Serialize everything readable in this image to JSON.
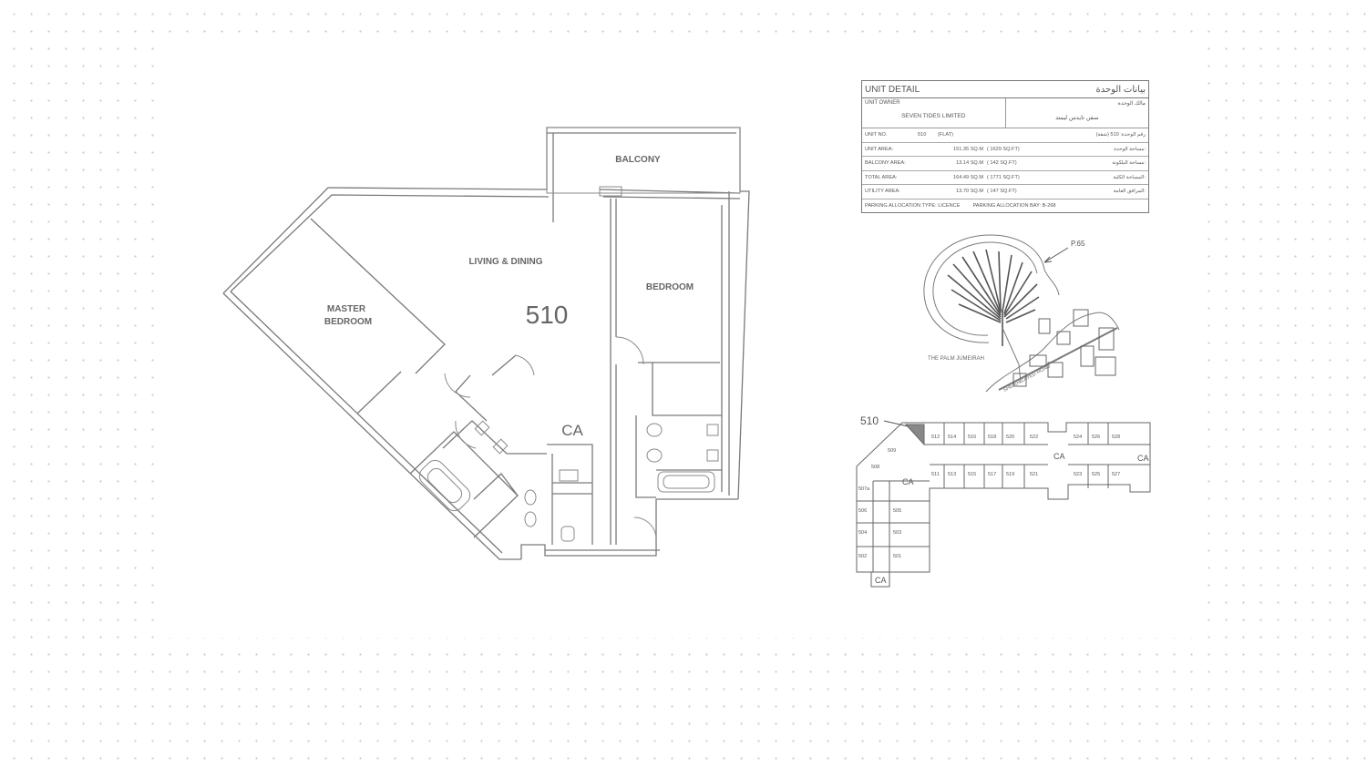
{
  "floor_plan": {
    "unit_number": "510",
    "rooms": {
      "balcony": "BALCONY",
      "living": "LIVING & DINING",
      "master_line1": "MASTER",
      "master_line2": "BEDROOM",
      "bedroom": "BEDROOM"
    },
    "ca_label": "CA"
  },
  "unit_detail": {
    "title": "UNIT DETAIL",
    "title_ar": "بيانات الوحدة",
    "owner_label": "UNIT OWNER",
    "owner_label_ar": "مالك الوحدة",
    "owner_value": "SEVEN TIDES LIMITED",
    "owner_value_ar": "سفن تايدس ليمتد",
    "unit_no_label": "UNIT NO.",
    "unit_no": "510",
    "unit_type": "(FLAT)",
    "unit_no_ar": "رقم الوحدة:  510  (شقة)",
    "rows": [
      {
        "label": "UNIT AREA:",
        "sqm": "151.35 SQ.M",
        "sqft": "( 1629 SQ.FT)",
        "label_ar": "مساحة الوحدة:"
      },
      {
        "label": "BALCONY AREA:",
        "sqm": "13.14 SQ.M",
        "sqft": "( 142 SQ.FT)",
        "label_ar": "مساحة البلكونة:"
      },
      {
        "label": "TOTAL AREA:",
        "sqm": "164.49 SQ.M",
        "sqft": "( 1771 SQ.FT)",
        "label_ar": "المساحة الكلية:"
      },
      {
        "label": "UTILITY AREA:",
        "sqm": "13.70 SQ.M",
        "sqft": "( 147 SQ.FT)",
        "label_ar": "المرافق العامة:"
      }
    ],
    "parking_type": "PARKING ALLOCATION TYPE:  LICENCE",
    "parking_bay": "PARKING ALLOCATION BAY: B-268"
  },
  "location_map": {
    "pointer": "P.65",
    "palm_label": "THE PALM JUMEIRAH",
    "road_label": "SHEIKH ZAYED ROAD"
  },
  "key_plan": {
    "unit_pointer": "510",
    "ca": "CA",
    "top_row": [
      "509",
      "512",
      "514",
      "516",
      "518",
      "520",
      "522",
      "524",
      "526",
      "528"
    ],
    "bottom_row": [
      "508",
      "511",
      "513",
      "515",
      "517",
      "519",
      "521",
      "523",
      "525",
      "527"
    ],
    "left_col_a": [
      "507a",
      "506",
      "504",
      "502"
    ],
    "left_col_b": [
      "505",
      "503",
      "501"
    ]
  },
  "colors": {
    "line": "#7a7a7a",
    "dot_grid": "#c9cdd2",
    "background": "#ffffff"
  }
}
